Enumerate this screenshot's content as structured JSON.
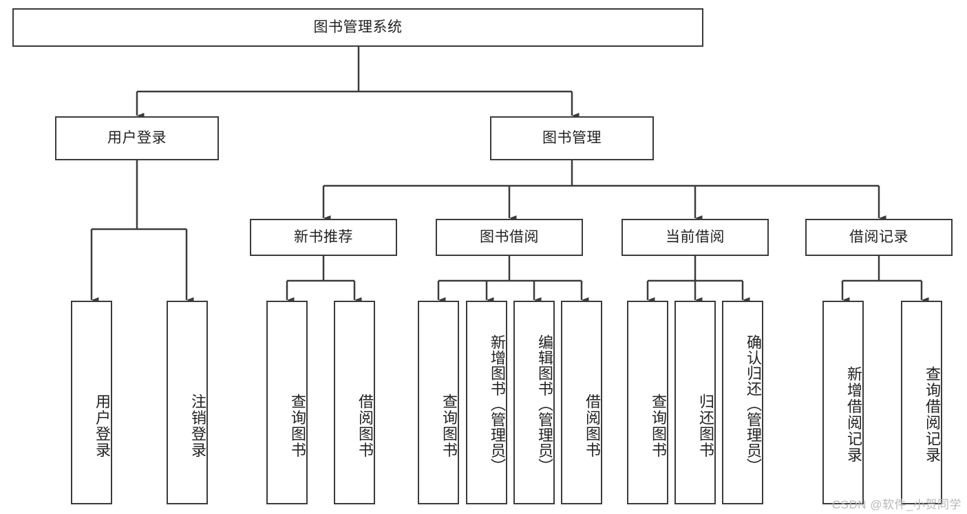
{
  "diagram": {
    "title": "图书管理系统",
    "type": "tree-hierarchy-diagram",
    "colors": {
      "stroke": "#3b3b3b",
      "fill": "#ffffff",
      "text": "#222222",
      "watermark": "#b8b8b8"
    },
    "root": {
      "id": "root",
      "label": "图书管理系统"
    },
    "level2": [
      {
        "id": "user-login",
        "label": "用户登录"
      },
      {
        "id": "book-manage",
        "label": "图书管理"
      }
    ],
    "level3": [
      {
        "id": "new-book-recommend",
        "label": "新书推荐"
      },
      {
        "id": "book-borrow",
        "label": "图书借阅"
      },
      {
        "id": "current-borrow",
        "label": "当前借阅"
      },
      {
        "id": "borrow-record",
        "label": "借阅记录"
      }
    ],
    "leaves": {
      "user_login": [
        {
          "id": "leaf-user-login",
          "label": "用户登录"
        },
        {
          "id": "leaf-logout-login",
          "label": "注销登录"
        }
      ],
      "new_book_recommend": [
        {
          "id": "leaf-query-book-1",
          "label": "查询图书"
        },
        {
          "id": "leaf-borrow-book-1",
          "label": "借阅图书"
        }
      ],
      "book_borrow": [
        {
          "id": "leaf-query-book-2",
          "label": "查询图书"
        },
        {
          "id": "leaf-add-book-admin",
          "label": "新增图书（管理员）"
        },
        {
          "id": "leaf-edit-book-admin",
          "label": "编辑图书（管理员）"
        },
        {
          "id": "leaf-borrow-book-2",
          "label": "借阅图书"
        }
      ],
      "current_borrow": [
        {
          "id": "leaf-query-book-3",
          "label": "查询图书"
        },
        {
          "id": "leaf-return-book",
          "label": "归还图书"
        },
        {
          "id": "leaf-confirm-return-admin",
          "label": "确认归还（管理员）"
        }
      ],
      "borrow_record": [
        {
          "id": "leaf-add-borrow-record",
          "label": "新增借阅记录"
        },
        {
          "id": "leaf-query-borrow-record",
          "label": "查询借阅记录"
        }
      ]
    },
    "watermark": "CSDN @软件_小贺同学"
  }
}
